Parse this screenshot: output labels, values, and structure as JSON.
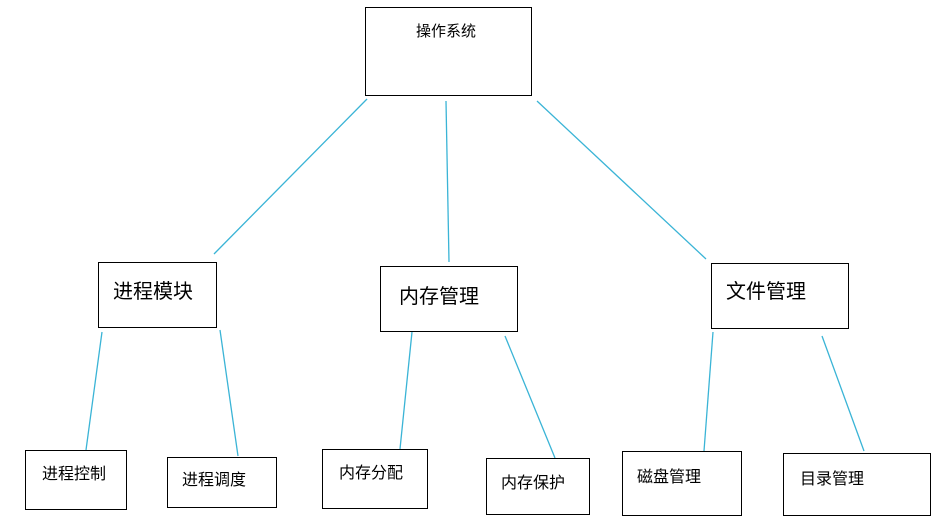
{
  "root": {
    "label": "操作系统"
  },
  "modules": [
    {
      "label": "进程模块",
      "children": [
        {
          "label": "进程控制"
        },
        {
          "label": "进程调度"
        }
      ]
    },
    {
      "label": "内存管理",
      "children": [
        {
          "label": "内存分配"
        },
        {
          "label": "内存保护"
        }
      ]
    },
    {
      "label": "文件管理",
      "children": [
        {
          "label": "磁盘管理"
        },
        {
          "label": "目录管理"
        }
      ]
    }
  ],
  "colors": {
    "connector": "#3ab4d6",
    "border": "#000000"
  }
}
